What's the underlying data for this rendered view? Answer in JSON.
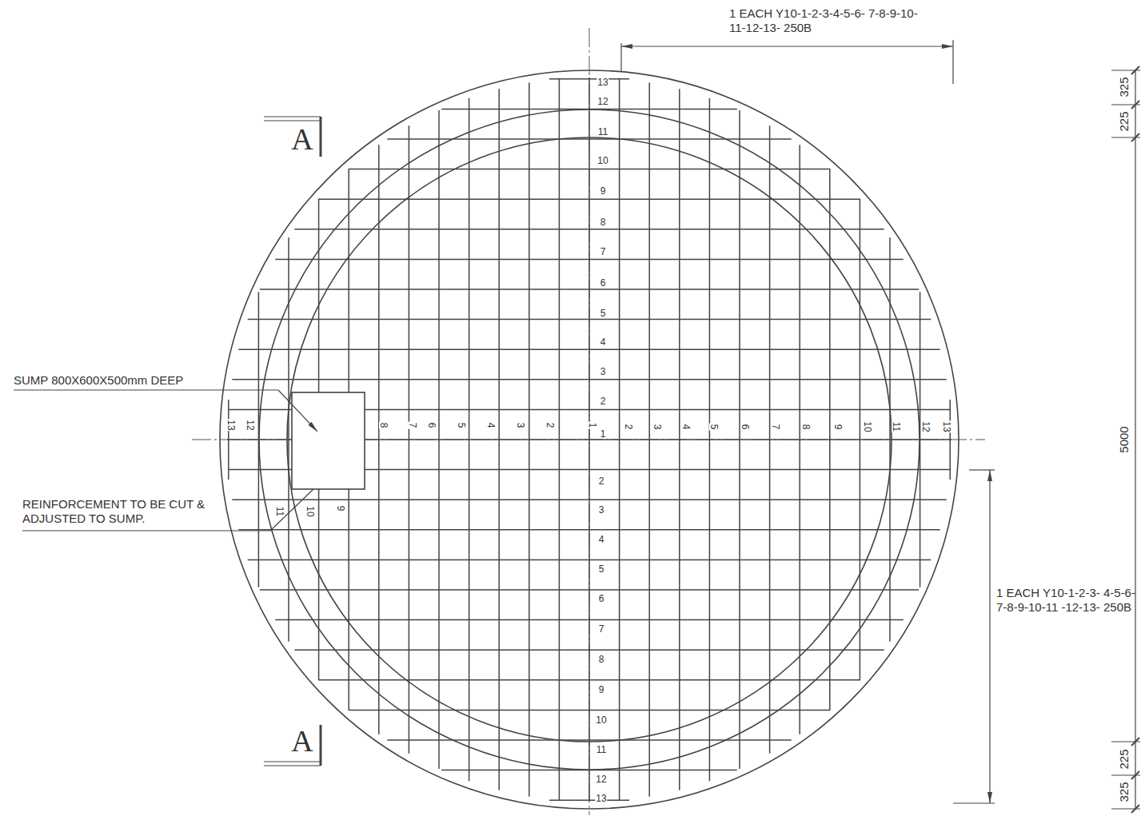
{
  "diagram": {
    "labels": [
      "1 EACH Y10-1-2-3-4-5-6- 7-8-9-10-11-12-13- 250B",
      "1 EACH Y10-1-2-3- 4-5-6-7-8-9-10-11 -12-13- 250B",
      "325",
      "225",
      "5000",
      "225",
      "325",
      "A",
      "A",
      "SUMP 800X600X500mm DEEP",
      "REINFORCEMENT TO BE CUT & ADJUSTED TO SUMP.",
      "13",
      "12",
      "11",
      "10",
      "9",
      "8",
      "7",
      "6",
      "5",
      "4",
      "3",
      "2",
      "1",
      "2",
      "3",
      "4",
      "5",
      "6",
      "7",
      "8",
      "9",
      "10",
      "11",
      "12",
      "13",
      "13",
      "12",
      "8",
      "7",
      "6",
      "5",
      "4",
      "3",
      "2",
      "1",
      "2",
      "3",
      "4",
      "5",
      "6",
      "7",
      "8",
      "9",
      "10",
      "11",
      "12",
      "13",
      "11",
      "10",
      "9"
    ]
  }
}
